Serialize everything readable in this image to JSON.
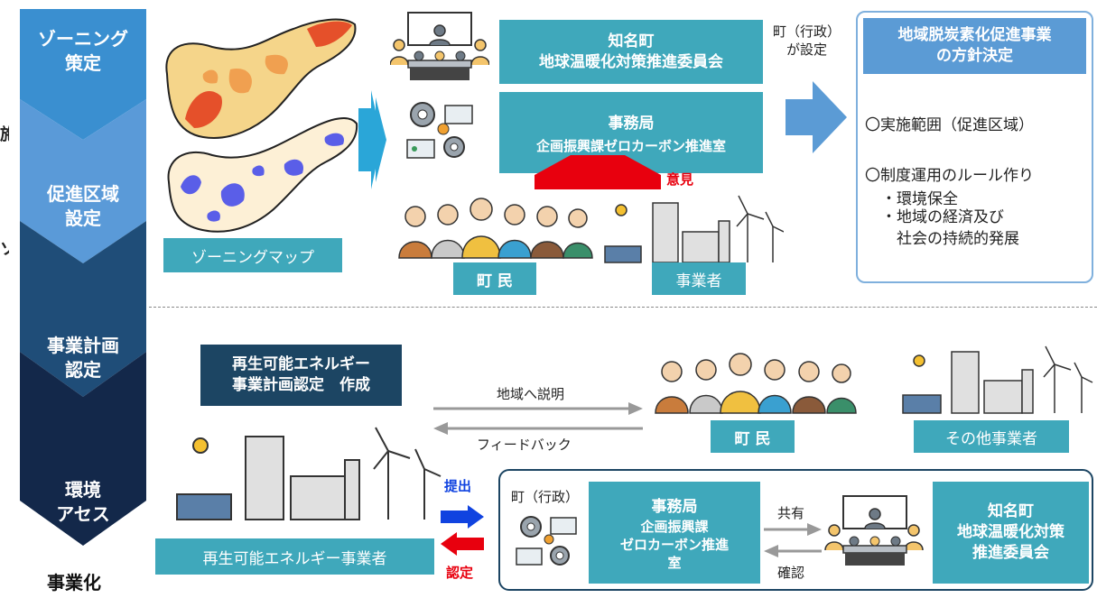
{
  "colors": {
    "teal": "#3fa8bb",
    "navy": "#1c4563",
    "blue_box": "#5b9bd5",
    "stage1": "#3a8fd0",
    "stage2": "#4e8fd8",
    "stage3": "#1f4d78",
    "stage4": "#13284a",
    "red": "#e8000e",
    "blue": "#1043e0"
  },
  "stages": {
    "zoning": "ゾーニング\n策定",
    "promotion_area": "促進区域\n設定",
    "plan_approval": "事業計画\n認定",
    "env_assess": "環境\nアセス",
    "business": "事業化"
  },
  "left_edge_fragments": [
    "施",
    "ソ"
  ],
  "zoning_map_label": "ゾーニングマップ",
  "top": {
    "committee": "知名町\n地球温暖化対策推進委員会",
    "secretariat_title": "事務局",
    "secretariat_sub": "企画振興課ゼロカーボン推進室",
    "opinion": "意見",
    "residents": "町 民",
    "businesses": "事業者",
    "town_set": "町（行政）\nが設定",
    "policy_header": "地域脱炭素化促進事業\nの方針決定",
    "policy_items": [
      "〇実施範囲（促進区域）",
      "〇制度運用のルール作り",
      "・環境保全",
      "・地域の経済及び\n　社会の持続的発展"
    ]
  },
  "bottom": {
    "plan_box": "再生可能エネルギー\n事業計画認定　作成",
    "explain": "地域へ説明",
    "feedback": "フィードバック",
    "residents": "町 民",
    "other_businesses": "その他事業者",
    "re_business": "再生可能エネルギー事業者",
    "submit": "提出",
    "approve": "認定",
    "town_admin": "町（行政）",
    "secretariat_title": "事務局",
    "secretariat_sub": "企画振興課\nゼロカーボン推進\n室",
    "share": "共有",
    "confirm": "確認",
    "committee": "知名町\n地球温暖化対策\n推進委員会"
  }
}
